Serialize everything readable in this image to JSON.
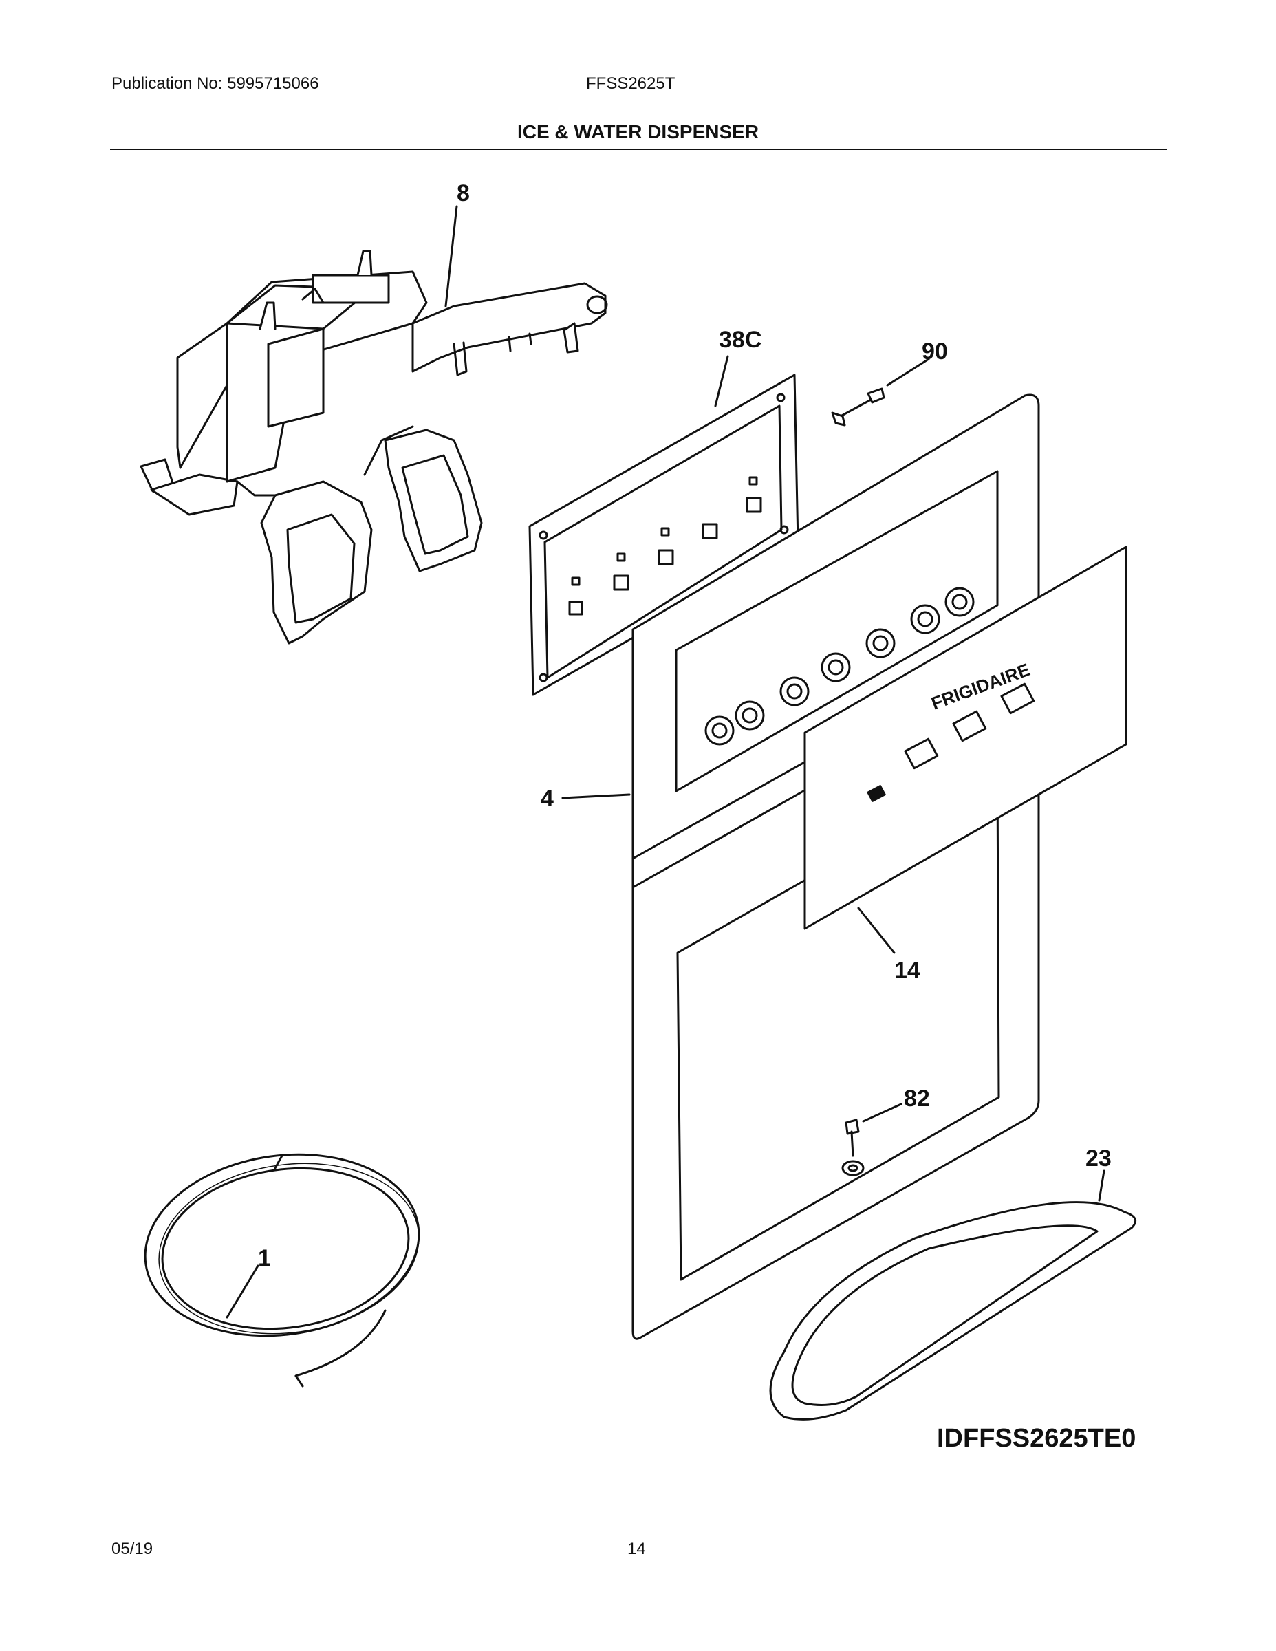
{
  "header": {
    "publication": "Publication No: 5995715066",
    "model": "FFSS2625T",
    "title": "ICE & WATER DISPENSER"
  },
  "diagram": {
    "id_label": "IDFFSS2625TE0",
    "callouts": {
      "c8": "8",
      "c38c": "38C",
      "c90": "90",
      "c4": "4",
      "c14": "14",
      "c82": "82",
      "c23": "23",
      "c1": "1"
    },
    "brand_text": "FRIGIDAIRE"
  },
  "footer": {
    "date": "05/19",
    "page": "14"
  }
}
